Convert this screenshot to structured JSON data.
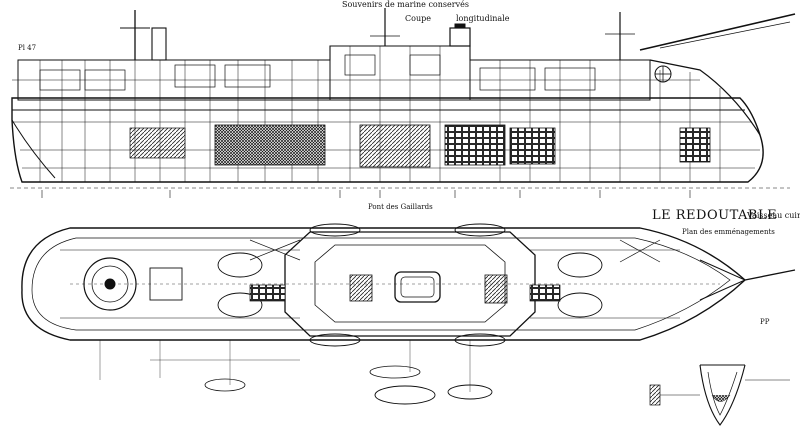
{
  "header": {
    "title": "Souvenirs de marine conservés"
  },
  "section_view": {
    "label_1": "Coupe",
    "label_2": "longitudinale"
  },
  "deck_plan": {
    "deck_label": "Pont des Gaillards"
  },
  "title_block": {
    "ship_name": "LE REDOUTABLE",
    "ship_type": "Vaisseau cuirassé",
    "plan_label": "Plan des emménagements"
  },
  "margin_marks": {
    "left": "Pl 47",
    "right": "PP"
  },
  "colors": {
    "ink": "#111111",
    "paper": "#ffffff",
    "hatch": "#333333"
  }
}
